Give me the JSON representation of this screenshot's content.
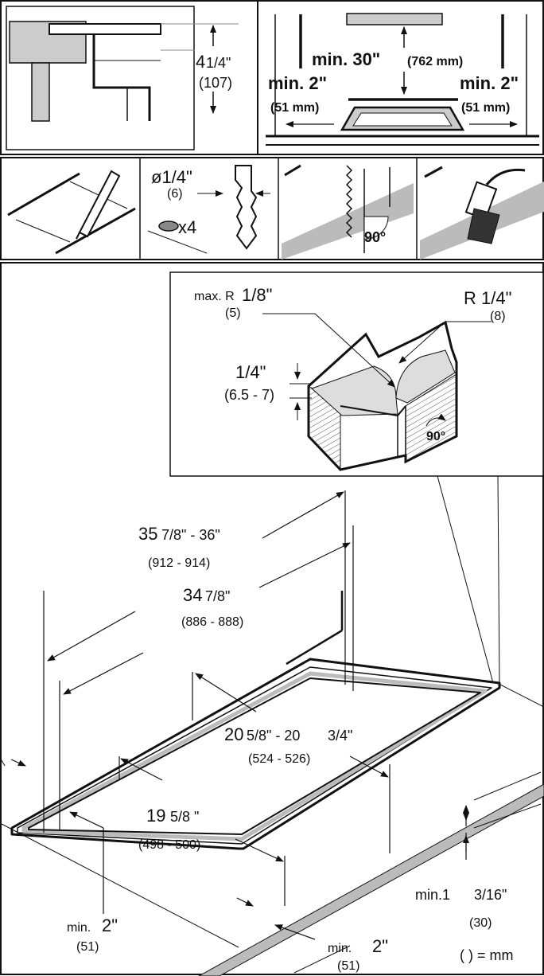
{
  "panel_top_left": {
    "dim_fraction": "4",
    "dim_fraction_b": "1/4\"",
    "dim_mm": "(107)"
  },
  "panel_top_right": {
    "top_clearance": "min. 30\"",
    "top_clearance_mm": "(762 mm)",
    "left_clearance": "min. 2\"",
    "left_clearance_mm": "(51 mm)",
    "right_clearance": "min. 2\"",
    "right_clearance_mm": "(51 mm)"
  },
  "step_strip": {
    "drill_diameter": "ø1/4\"",
    "drill_mm": "(6)",
    "hole_count": "x4",
    "angle": "90°"
  },
  "detail_inset": {
    "max_radius": "max. R",
    "max_radius_val": "1/8\"",
    "max_radius_mm": "(5)",
    "radius": "R 1/4\"",
    "radius_mm": "(8)",
    "depth": "1/4\"",
    "depth_mm": "(6.5 - 7)",
    "angle": "90°"
  },
  "cutout": {
    "outer_width": "35",
    "outer_width_frac": "7/8\" - 36\"",
    "outer_width_mm": "(912 - 914)",
    "inner_width": "34",
    "inner_width_frac": "7/8\"",
    "inner_width_mm": "(886 - 888)",
    "outer_depth": "20",
    "outer_depth_frac1": "5/8\" - 20",
    "outer_depth_frac2": "3/4\"",
    "outer_depth_mm": "(524 - 526)",
    "inner_depth": "19",
    "inner_depth_frac": "5/8 \"",
    "inner_depth_mm": "(498 - 500)",
    "front_min": "min.1",
    "front_min_frac": "3/16\"",
    "front_min_mm": "(30)",
    "left_min": "min.",
    "left_min_val": "2\"",
    "left_min_mm": "(51)",
    "bottom_min": "min.",
    "bottom_min_val": "2\"",
    "bottom_min_mm": "(51)",
    "unit_note": "( ) = mm"
  }
}
